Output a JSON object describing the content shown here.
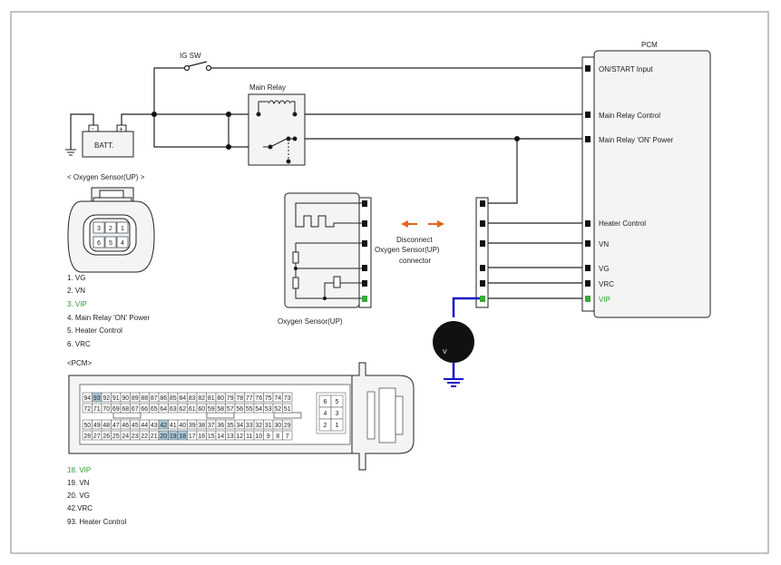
{
  "colors": {
    "frame": "#888888",
    "wire": "#222222",
    "measure_wire": "#1414c8",
    "arrow": "#e2661c",
    "vip_text": "#2e9e2e",
    "vip_pin": "#3aaa3a",
    "pin_highlight": "#a8c8d8",
    "box_fill": "#f4f4f4"
  },
  "labels": {
    "ig_sw": "IG SW",
    "main_relay": "Main Relay",
    "batt": "BATT.",
    "batt_minus": "-",
    "batt_plus": "+",
    "pcm_title": "PCM",
    "oxygen_sensor_header": "< Oxygen Sensor(UP)              >",
    "oxygen_sensor_caption": "Oxygen Sensor(UP)",
    "pcm_connector_header": "<PCM>",
    "disconnect_line1": "Disconnect",
    "disconnect_line2": "Oxygen Sensor(UP)",
    "disconnect_line3": "connector",
    "voltmeter": "V"
  },
  "pcm_terminals": [
    {
      "label": "ON/START Input",
      "icon": "black-pin"
    },
    {
      "label": "Main Relay Control",
      "icon": "black-pin"
    },
    {
      "label": "Main Relay 'ON' Power",
      "icon": "black-pin"
    },
    {
      "label": "Heater Control",
      "icon": "black-pin"
    },
    {
      "label": "VN",
      "icon": "black-pin"
    },
    {
      "label": "VG",
      "icon": "black-pin"
    },
    {
      "label": "VRC",
      "icon": "black-pin"
    },
    {
      "label": "VIP",
      "icon": "green-pin"
    }
  ],
  "sensor_pins": [
    {
      "label": "1. VG",
      "highlight": false
    },
    {
      "label": "2. VN",
      "highlight": false
    },
    {
      "label": "3. VIP",
      "highlight": true
    },
    {
      "label": "4.   Main Relay 'ON' Power",
      "highlight": false
    },
    {
      "label": "5.   Heater Control",
      "highlight": false
    },
    {
      "label": "6. VRC",
      "highlight": false
    }
  ],
  "sensor_connector_numbers": [
    "3",
    "2",
    "1",
    "6",
    "5",
    "4"
  ],
  "pcm_pins": [
    {
      "label": "18. VIP",
      "highlight": true
    },
    {
      "label": "19. VN",
      "highlight": false
    },
    {
      "label": "20. VG",
      "highlight": false
    },
    {
      "label": "42.VRC",
      "highlight": false
    },
    {
      "label": "93.    Heater Control",
      "highlight": false
    }
  ],
  "pcm_connector": {
    "rows": [
      [
        "94",
        "93",
        "92",
        "91",
        "90",
        "89",
        "88",
        "87",
        "86",
        "85",
        "84",
        "83",
        "82",
        "81",
        "80",
        "79",
        "78",
        "77",
        "76",
        "75",
        "74",
        "73"
      ],
      [
        "72",
        "71",
        "70",
        "69",
        "68",
        "67",
        "66",
        "65",
        "64",
        "63",
        "62",
        "61",
        "60",
        "59",
        "58",
        "57",
        "56",
        "55",
        "54",
        "53",
        "52",
        "51"
      ],
      [
        "50",
        "49",
        "48",
        "47",
        "46",
        "45",
        "44",
        "43",
        "42",
        "41",
        "40",
        "39",
        "38",
        "37",
        "36",
        "35",
        "34",
        "33",
        "32",
        "31",
        "30",
        "29"
      ],
      [
        "28",
        "27",
        "26",
        "25",
        "24",
        "23",
        "22",
        "21",
        "20",
        "19",
        "18",
        "17",
        "16",
        "15",
        "14",
        "13",
        "12",
        "11",
        "10",
        "9",
        "8",
        "7"
      ]
    ],
    "highlighted": [
      "93",
      "42",
      "20",
      "19",
      "18"
    ],
    "small_block": [
      [
        "6",
        "5"
      ],
      [
        "4",
        "3"
      ],
      [
        "2",
        "1"
      ]
    ]
  }
}
